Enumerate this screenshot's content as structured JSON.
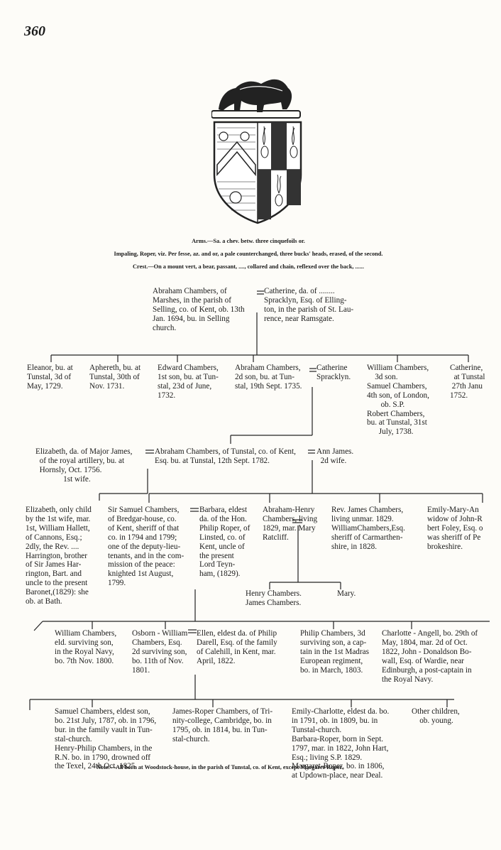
{
  "page_number": "360",
  "heraldry": {
    "arms": "Arms.—Sa. a chev. betw. three cinquefoils or.",
    "impaling": "Impaling, Roper, viz. Per fesse, az. and or, a pale counterchanged, three bucks' heads, erased, of the second.",
    "crest": "Crest.—On a mount vert, a bear, passant, ...., collared and chain, reflexed over the back, ......"
  },
  "gen1": {
    "husband": "Abraham Chambers, of\nMarshes, in the parish of\nSelling, co. of Kent, ob. 13th\nJan. 1694, bu. in Selling\nchurch.",
    "wife": "Catherine, da. of ........\nSpracklyn, Esq. of Elling-\nton, in the parish of St. Lau-\nrence, near Ramsgate."
  },
  "gen2": [
    "Eleanor, bu. at\nTunstal, 3d of\nMay, 1729.",
    "Aphereth, bu. at\nTunstal, 30th of\nNov. 1731.",
    "Edward Chambers,\n1st son, bu. at Tun-\nstal, 23d of June,\n1732.",
    "Abraham Chambers,\n2d son, bu. at Tun-\nstal, 19th Sept. 1735.",
    "Catherine\nSpracklyn.",
    "William Chambers,\n    3d son.\nSamuel Chambers,\n4th son, of London,\n       ob. S.P.\nRobert Chambers,\nbu. at Tunstal, 31st\n      July, 1738.",
    "Catherine,\n  at Tunstal\n 27th Janu\n1752."
  ],
  "gen3": {
    "wife1": "Elizabeth, da. of Major James,\n  of the royal artillery, bu. at\n  Hornsly, Oct. 1756.\n              1st wife.",
    "husband": "Abraham Chambers, of Tunstal, co. of Kent,\nEsq. bu. at Tunstal, 12th Sept. 1782.",
    "wife2": "Ann James.\n  2d wife."
  },
  "gen4": [
    "Elizabeth, only child\nby the 1st wife, mar.\n1st, William Hallett,\nof Cannons, Esq.;\n2dly, the Rev. ....\nHarrington, brother\nof Sir James Har-\nrington, Bart. and\nuncle to the present\nBaronet,(1829): she\nob. at Bath.",
    "Sir Samuel Chambers,\nof Bredgar-house, co.\nof Kent, sheriff of that\nco. in 1794 and 1799;\none of the deputy-lieu-\ntenants, and in the com-\nmission of the peace:\nknighted 1st August,\n1799.",
    "Barbara, eldest\nda. of the Hon.\nPhilip Roper, of\nLinsted, co. of\nKent, uncle of\nthe present\nLord Teyn-\nham, (1829).",
    "Abraham-Henry\nChambers, living\n1829, mar. Mary\nRatcliff.",
    "Rev. James Chambers,\nliving unmar. 1829.\nWilliamChambers,Esq.\nsheriff of Carmarthen-\nshire, in 1828.",
    "Emily-Mary-An\nwidow of John-R\nbert Foley, Esq. o\nwas sheriff of Pe\nbrokeshire."
  ],
  "gen4_children": {
    "left": "Henry Chambers.\nJames Chambers.",
    "right": "Mary."
  },
  "gen5": [
    "William Chambers,\neld. surviving son,\nin the Royal Navy,\nbo. 7th Nov. 1800.",
    "Osborn - William\nChambers, Esq.\n2d surviving son,\nbo. 11th of Nov.\n1801.",
    "Ellen, eldest da. of Philip\nDarell, Esq. of the family\nof Calehill, in Kent, mar.\nApril, 1822.",
    "Philip Chambers, 3d\nsurviving son, a cap-\ntain in the 1st Madras\nEuropean regiment,\nbo. in March, 1803.",
    "Charlotte - Angell, bo. 29th of\nMay, 1804, mar. 2d of Oct.\n1822, John - Donaldson Bo-\nwall, Esq. of Wardie, near\nEdinburgh, a post-captain in\nthe Royal Navy."
  ],
  "gen6": [
    "Samuel Chambers, eldest son,\nbo. 21st July, 1787, ob. in 1796,\nbur. in the family vault in Tun-\nstal-church.\nHenry-Philip Chambers, in the\nR.N. bo. in 1790, drowned off\nthe Texel, 24th Oct. 1825.",
    "James-Roper Chambers, of Tri-\nnity-college, Cambridge, bo. in\n1795, ob. in 1814, bu. in Tun-\nstal-church.",
    "Emily-Charlotte, eldest da. bo.\nin 1791, ob. in 1809, bu. in\nTunstal-church.\nBarbara-Roper, born in Sept.\n1797, mar. in 1822, John Hart,\nEsq.; living S.P. 1829.\nMargaret-Roper, bo. in 1806,\nat Updown-place, near Deal.",
    "Other children,\n    ob. young."
  ],
  "note": "Note.—All born at Woodstock-house, in the parish of Tunstal, co. of Kent, except Margaret-Roper."
}
